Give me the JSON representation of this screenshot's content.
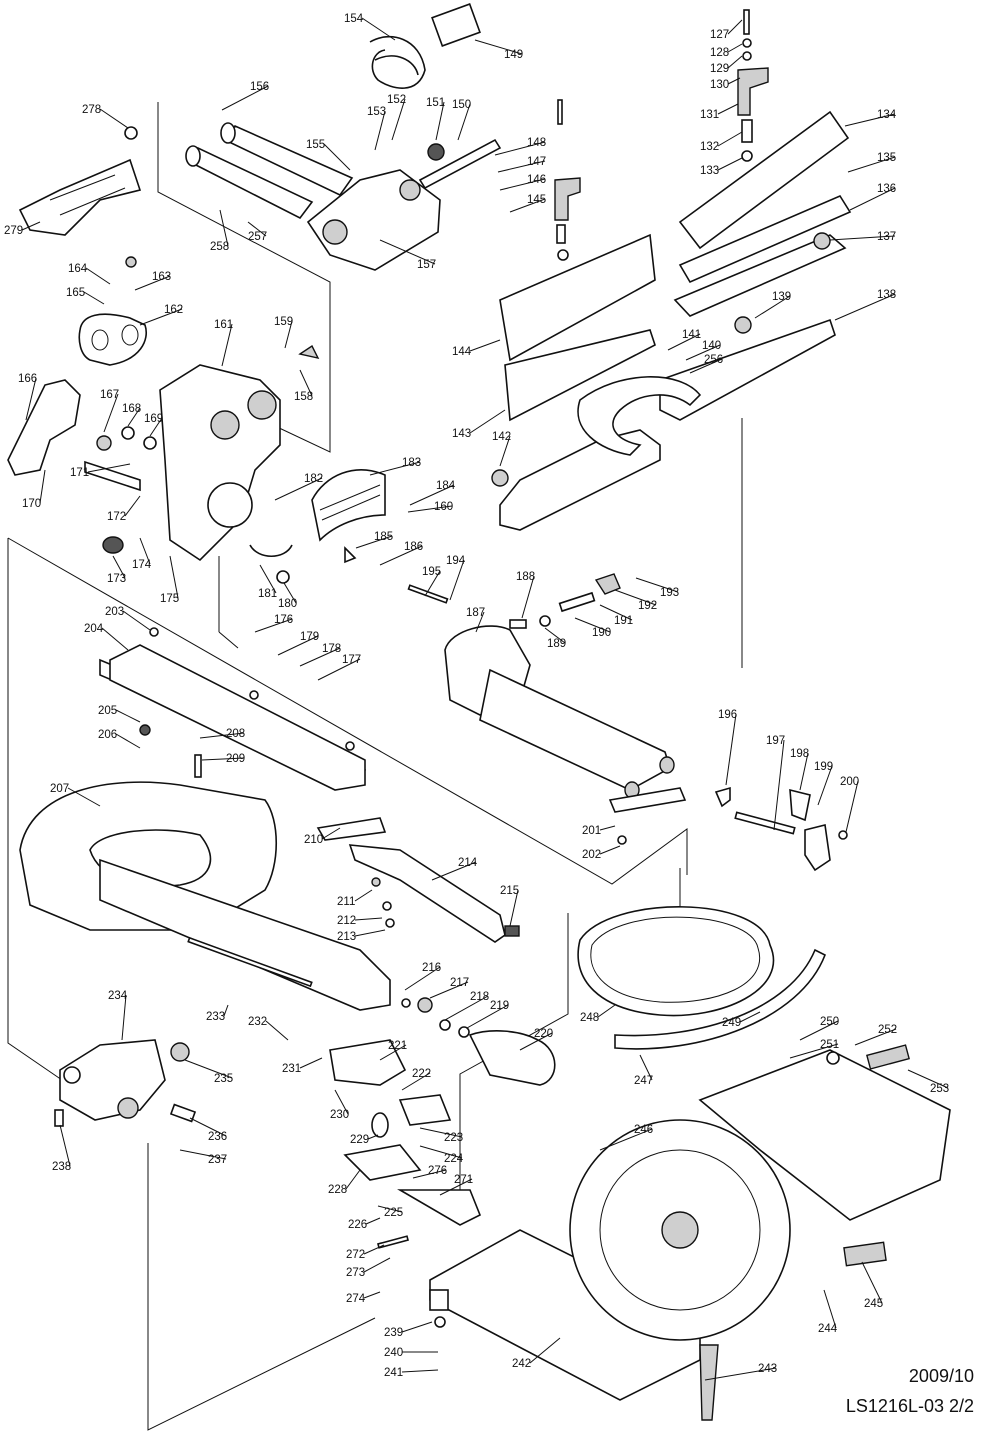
{
  "drawing": {
    "date": "2009/10",
    "model_sheet": "LS1216L-03 2/2"
  },
  "parts": [
    {
      "n": "127",
      "label": "127"
    },
    {
      "n": "128",
      "label": "128"
    },
    {
      "n": "129",
      "label": "129"
    },
    {
      "n": "130",
      "label": "130"
    },
    {
      "n": "131",
      "label": "131"
    },
    {
      "n": "132",
      "label": "132"
    },
    {
      "n": "133",
      "label": "133"
    },
    {
      "n": "134",
      "label": "134"
    },
    {
      "n": "135",
      "label": "135"
    },
    {
      "n": "136",
      "label": "136"
    },
    {
      "n": "137",
      "label": "137"
    },
    {
      "n": "138",
      "label": "138"
    },
    {
      "n": "139",
      "label": "139"
    },
    {
      "n": "140",
      "label": "140"
    },
    {
      "n": "141",
      "label": "141"
    },
    {
      "n": "142",
      "label": "142"
    },
    {
      "n": "143",
      "label": "143"
    },
    {
      "n": "144",
      "label": "144"
    },
    {
      "n": "145",
      "label": "145"
    },
    {
      "n": "146",
      "label": "146"
    },
    {
      "n": "147",
      "label": "147"
    },
    {
      "n": "148",
      "label": "148"
    },
    {
      "n": "149",
      "label": "149"
    },
    {
      "n": "150",
      "label": "150"
    },
    {
      "n": "151",
      "label": "151"
    },
    {
      "n": "152",
      "label": "152"
    },
    {
      "n": "153",
      "label": "153"
    },
    {
      "n": "154",
      "label": "154"
    },
    {
      "n": "155",
      "label": "155"
    },
    {
      "n": "156",
      "label": "156"
    },
    {
      "n": "157",
      "label": "157"
    },
    {
      "n": "158",
      "label": "158"
    },
    {
      "n": "159",
      "label": "159"
    },
    {
      "n": "160",
      "label": "160"
    },
    {
      "n": "161",
      "label": "161"
    },
    {
      "n": "162",
      "label": "162"
    },
    {
      "n": "163",
      "label": "163"
    },
    {
      "n": "164",
      "label": "164"
    },
    {
      "n": "165",
      "label": "165"
    },
    {
      "n": "166",
      "label": "166"
    },
    {
      "n": "167",
      "label": "167"
    },
    {
      "n": "168",
      "label": "168"
    },
    {
      "n": "169",
      "label": "169"
    },
    {
      "n": "170",
      "label": "170"
    },
    {
      "n": "171",
      "label": "171"
    },
    {
      "n": "172",
      "label": "172"
    },
    {
      "n": "173",
      "label": "173"
    },
    {
      "n": "174",
      "label": "174"
    },
    {
      "n": "175",
      "label": "175"
    },
    {
      "n": "176",
      "label": "176"
    },
    {
      "n": "177",
      "label": "177"
    },
    {
      "n": "178",
      "label": "178"
    },
    {
      "n": "179",
      "label": "179"
    },
    {
      "n": "180",
      "label": "180"
    },
    {
      "n": "181",
      "label": "181"
    },
    {
      "n": "182",
      "label": "182"
    },
    {
      "n": "183",
      "label": "183"
    },
    {
      "n": "184",
      "label": "184"
    },
    {
      "n": "185",
      "label": "185"
    },
    {
      "n": "186",
      "label": "186"
    },
    {
      "n": "187",
      "label": "187"
    },
    {
      "n": "188",
      "label": "188"
    },
    {
      "n": "189",
      "label": "189"
    },
    {
      "n": "190",
      "label": "190"
    },
    {
      "n": "191",
      "label": "191"
    },
    {
      "n": "192",
      "label": "192"
    },
    {
      "n": "193",
      "label": "193"
    },
    {
      "n": "194",
      "label": "194"
    },
    {
      "n": "195",
      "label": "195"
    },
    {
      "n": "196",
      "label": "196"
    },
    {
      "n": "197",
      "label": "197"
    },
    {
      "n": "198",
      "label": "198"
    },
    {
      "n": "199",
      "label": "199"
    },
    {
      "n": "200",
      "label": "200"
    },
    {
      "n": "201",
      "label": "201"
    },
    {
      "n": "202",
      "label": "202"
    },
    {
      "n": "203",
      "label": "203"
    },
    {
      "n": "204",
      "label": "204"
    },
    {
      "n": "205",
      "label": "205"
    },
    {
      "n": "206",
      "label": "206"
    },
    {
      "n": "207",
      "label": "207"
    },
    {
      "n": "208",
      "label": "208"
    },
    {
      "n": "209",
      "label": "209"
    },
    {
      "n": "210",
      "label": "210"
    },
    {
      "n": "211",
      "label": "211"
    },
    {
      "n": "212",
      "label": "212"
    },
    {
      "n": "213",
      "label": "213"
    },
    {
      "n": "214",
      "label": "214"
    },
    {
      "n": "215",
      "label": "215"
    },
    {
      "n": "216",
      "label": "216"
    },
    {
      "n": "217",
      "label": "217"
    },
    {
      "n": "218",
      "label": "218"
    },
    {
      "n": "219",
      "label": "219"
    },
    {
      "n": "220",
      "label": "220"
    },
    {
      "n": "221",
      "label": "221"
    },
    {
      "n": "222",
      "label": "222"
    },
    {
      "n": "223",
      "label": "223"
    },
    {
      "n": "224",
      "label": "224"
    },
    {
      "n": "225",
      "label": "225"
    },
    {
      "n": "226",
      "label": "226"
    },
    {
      "n": "228",
      "label": "228"
    },
    {
      "n": "229",
      "label": "229"
    },
    {
      "n": "230",
      "label": "230"
    },
    {
      "n": "231",
      "label": "231"
    },
    {
      "n": "232",
      "label": "232"
    },
    {
      "n": "233",
      "label": "233"
    },
    {
      "n": "234",
      "label": "234"
    },
    {
      "n": "235",
      "label": "235"
    },
    {
      "n": "236",
      "label": "236"
    },
    {
      "n": "237",
      "label": "237"
    },
    {
      "n": "238",
      "label": "238"
    },
    {
      "n": "239",
      "label": "239"
    },
    {
      "n": "240",
      "label": "240"
    },
    {
      "n": "241",
      "label": "241"
    },
    {
      "n": "242",
      "label": "242"
    },
    {
      "n": "243",
      "label": "243"
    },
    {
      "n": "244",
      "label": "244"
    },
    {
      "n": "245",
      "label": "245"
    },
    {
      "n": "246",
      "label": "246"
    },
    {
      "n": "247",
      "label": "247"
    },
    {
      "n": "248",
      "label": "248"
    },
    {
      "n": "249",
      "label": "249"
    },
    {
      "n": "250",
      "label": "250"
    },
    {
      "n": "251",
      "label": "251"
    },
    {
      "n": "252",
      "label": "252"
    },
    {
      "n": "253",
      "label": "253"
    },
    {
      "n": "256",
      "label": "256"
    },
    {
      "n": "257",
      "label": "257"
    },
    {
      "n": "258",
      "label": "258"
    },
    {
      "n": "271",
      "label": "271"
    },
    {
      "n": "272",
      "label": "272"
    },
    {
      "n": "273",
      "label": "273"
    },
    {
      "n": "274",
      "label": "274"
    },
    {
      "n": "276",
      "label": "276"
    },
    {
      "n": "278",
      "label": "278"
    },
    {
      "n": "279",
      "label": "279"
    }
  ]
}
